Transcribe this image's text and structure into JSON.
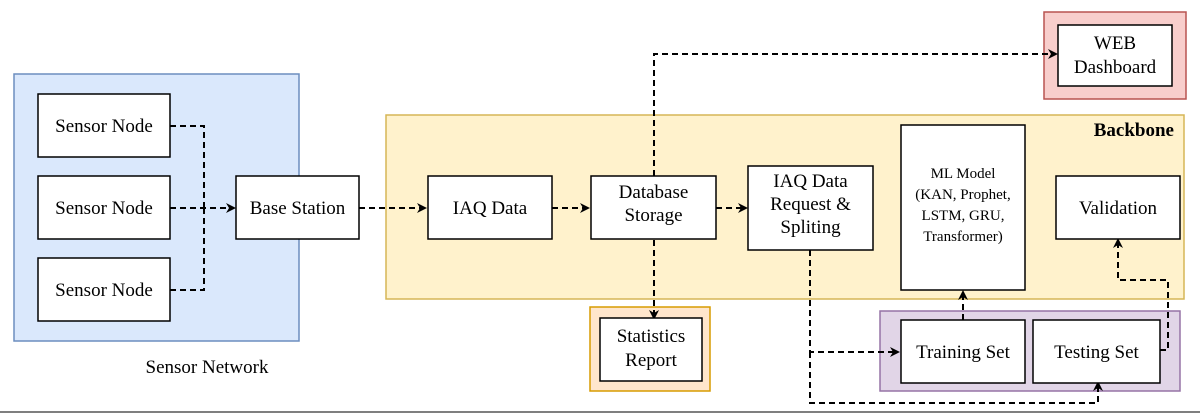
{
  "groups": {
    "sensor_network": {
      "label": "Sensor Network",
      "fill": "#dae8fc",
      "stroke": "#6c8ebf"
    },
    "backbone": {
      "label": "Backbone",
      "fill": "#fff2cc",
      "stroke": "#d6b656"
    },
    "web_group": {
      "fill": "#f8cecc",
      "stroke": "#b85450"
    },
    "stats_group": {
      "fill": "#ffe6cc",
      "stroke": "#d79b00"
    },
    "datasets_group": {
      "fill": "#e1d5e7",
      "stroke": "#9673a6"
    }
  },
  "nodes": {
    "sensor_node_1": "Sensor Node",
    "sensor_node_2": "Sensor Node",
    "sensor_node_3": "Sensor Node",
    "base_station": "Base Station",
    "iaq_data": "IAQ Data",
    "database_storage": [
      "Database",
      "Storage"
    ],
    "iaq_request": [
      "IAQ Data",
      "Request &",
      "Spliting"
    ],
    "ml_model": [
      "ML Model",
      "(KAN, Prophet,",
      "LSTM, GRU,",
      "Transformer)"
    ],
    "validation": "Validation",
    "web_dashboard": [
      "WEB",
      "Dashboard"
    ],
    "statistics_report": [
      "Statistics",
      "Report"
    ],
    "training_set": "Training Set",
    "testing_set": "Testing Set"
  }
}
